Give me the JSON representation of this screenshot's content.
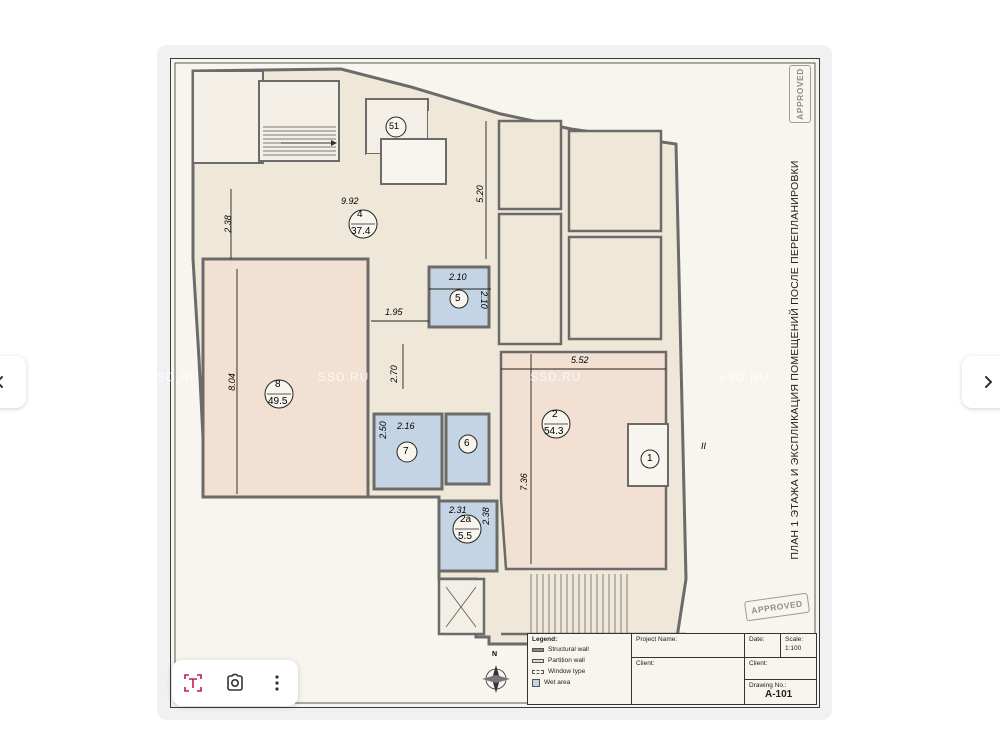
{
  "viewer": {
    "watermark_text": "SSD.RU",
    "tools": [
      {
        "name": "text-select",
        "icon": "text-select-icon"
      },
      {
        "name": "visual-search",
        "icon": "lens-icon"
      },
      {
        "name": "more",
        "icon": "more-vertical-icon"
      }
    ]
  },
  "plan": {
    "title": "ПЛАН 1 ЭТАЖА И ЭКСПЛИКАЦИЯ ПОМЕЩЕНИЙ ПОСЛЕ ПЕРЕПЛАНИРОВКИ",
    "stamp_text": "APPROVED",
    "section_mark": "II",
    "north_label": "N",
    "rooms": [
      {
        "id": "4",
        "area": "37.4"
      },
      {
        "id": "8",
        "area": "49.5"
      },
      {
        "id": "2",
        "area": "54.3"
      },
      {
        "id": "2a",
        "area": "5.5"
      },
      {
        "id": "5",
        "area": ""
      },
      {
        "id": "6",
        "area": ""
      },
      {
        "id": "7",
        "area": ""
      },
      {
        "id": "1",
        "area": ""
      },
      {
        "id": "51",
        "area": ""
      }
    ],
    "dimensions": [
      "9.92",
      "2.38",
      "5.20",
      "2.10",
      "2.10",
      "1.95",
      "8.04",
      "2.70",
      "5.52",
      "2.50",
      "2.16",
      "7.36",
      "2.31",
      "2.38"
    ],
    "colors": {
      "floor": "#efe8d9",
      "room_pink": "#f2e0d2",
      "wet_area": "#c4d4e4",
      "wall": "#6b6b6b"
    }
  },
  "title_block": {
    "legend_title": "Legend:",
    "legend": [
      "Structural wall",
      "Partition wall",
      "Window type",
      "Wet area"
    ],
    "project_label": "Project Name:",
    "client_label": "Client:",
    "date_label": "Date:",
    "scale_label": "Scale:",
    "scale_value": "1:100",
    "client_label_2": "Client:",
    "drawing_label": "Drawing No.:",
    "drawing_no": "A-101"
  }
}
